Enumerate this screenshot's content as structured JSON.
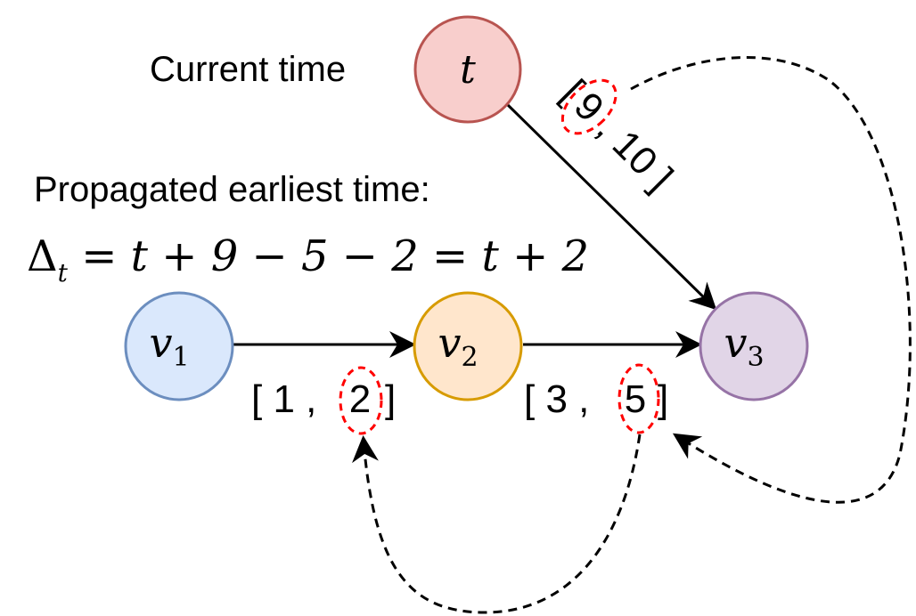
{
  "title_current": "Current time",
  "title_propagated": "Propagated earliest time:",
  "formula": {
    "delta": "Δ",
    "delta_sub": "t",
    "rhs": " = t + 9 − 5 − 2 = t + 2"
  },
  "nodes": {
    "t": {
      "label": "t",
      "sub": "",
      "fill": "#f8cecc",
      "stroke": "#b85450"
    },
    "v1": {
      "label": "v",
      "sub": "1",
      "fill": "#dae8fc",
      "stroke": "#6c8ebf"
    },
    "v2": {
      "label": "v",
      "sub": "2",
      "fill": "#ffe6cc",
      "stroke": "#d79b00"
    },
    "v3": {
      "label": "v",
      "sub": "3",
      "fill": "#e1d5e7",
      "stroke": "#9673a6"
    }
  },
  "edges": {
    "v1_v2": {
      "open": "[ 1 ,",
      "end": "2",
      "close": "]"
    },
    "v2_v3": {
      "open": "[ 3 ,",
      "end": "5",
      "close": "]"
    },
    "t_v3": {
      "open": "[",
      "start": "9",
      "rest": ", 10 ]"
    }
  },
  "colors": {
    "highlight": "#ff0000",
    "line": "#000000"
  }
}
